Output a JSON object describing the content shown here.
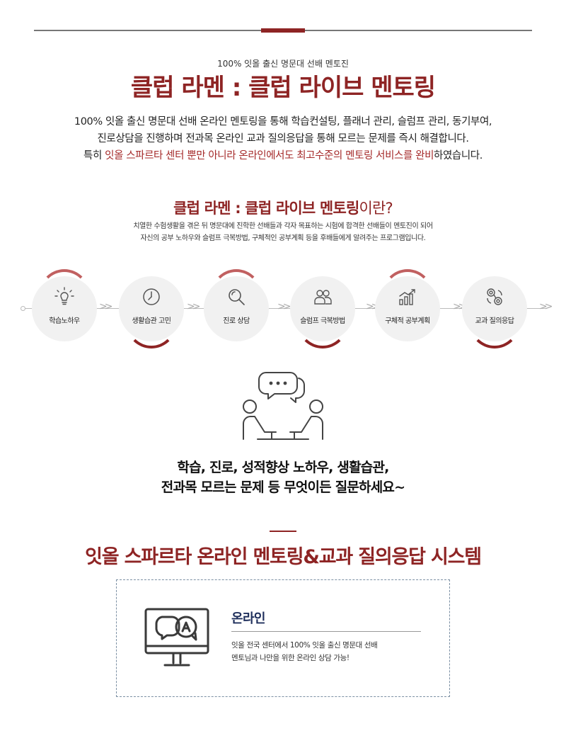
{
  "header": {
    "eyebrow": "100% 잇올 출신 명문대 선배 멘토진",
    "title": "클럽 라멘 : 클럽 라이브 멘토링",
    "accent_color": "#8e2424"
  },
  "intro": {
    "line1": "100% 잇올 출신 명문대 선배 온라인 멘토링을 통해 학습컨설팅, 플래너 관리, 슬럼프 관리, 동기부여,",
    "line2": "진로상담을 진행하며 전과목 온라인 교과 질의응답을 통해 모르는 문제를 즉시 해결합니다.",
    "line3_prefix": "특히 ",
    "line3_highlight": "잇올 스파르타 센터 뿐만 아니라 온라인에서도 최고수준의 멘토링 서비스를 완비",
    "line3_suffix": "하였습니다."
  },
  "about": {
    "title_bold": "클럽 라멘 : 클럽 라이브 멘토링",
    "title_suffix": "이란?",
    "desc1": "치열한 수험생활을 겪은 뒤 명문대에 진학한 선배들과 각자 목표하는 시험에 합격한 선배들이 멘토진이 되어",
    "desc2": "자신의 공부 노하우와 슬럼프 극복방법, 구체적인 공부계획 등을 후배들에게 알려주는 프로그램입니다."
  },
  "steps": [
    {
      "label": "학습노하우",
      "icon": "lightbulb-icon",
      "arc": "top"
    },
    {
      "label": "생활습관 고민",
      "icon": "clock-icon",
      "arc": "bottom"
    },
    {
      "label": "진로 상담",
      "icon": "magnifier-icon",
      "arc": "top"
    },
    {
      "label": "슬럼프 극복방법",
      "icon": "people-icon",
      "arc": "bottom"
    },
    {
      "label": "구체적 공부계획",
      "icon": "growth-chart-icon",
      "arc": "top"
    },
    {
      "label": "교과 질의응답",
      "icon": "brain-gear-icon",
      "arc": "bottom"
    }
  ],
  "ask": {
    "line1": "학습, 진로, 성적향상 노하우, 생활습관,",
    "line2": "전과목 모르는 문제 등 무엇이든 질문하세요~"
  },
  "system": {
    "title_prefix": "잇올 스파르타 ",
    "title_bold": "온라인 멘토링&교과 질의응답 시스템"
  },
  "online_box": {
    "title": "온라인",
    "desc1": "잇올 전국 센터에서 100% 잇올 출신 명문대 선배",
    "desc2": "멘토님과 나만을 위한 온라인 상담 가능!",
    "icon": "monitor-chat-icon"
  }
}
